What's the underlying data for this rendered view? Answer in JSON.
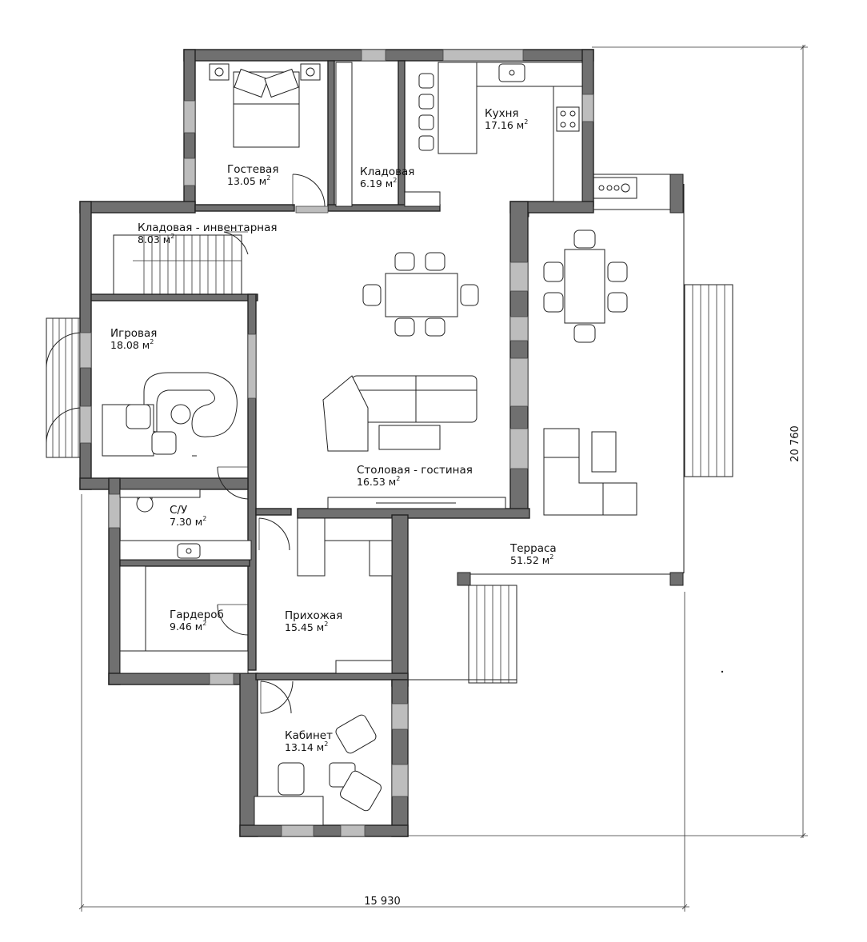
{
  "rooms": [
    {
      "id": "guest",
      "name": "Гостевая",
      "area": "13.05 м",
      "sup": "2"
    },
    {
      "id": "pantry",
      "name": "Кладовая",
      "area": "6.19 м",
      "sup": "2"
    },
    {
      "id": "kitchen",
      "name": "Кухня",
      "area": "17.16 м",
      "sup": "2"
    },
    {
      "id": "storage",
      "name": "Кладовая - инвентарная",
      "area": "8.03 м",
      "sup": "2"
    },
    {
      "id": "playroom",
      "name": "Игровая",
      "area": "18.08 м",
      "sup": "2"
    },
    {
      "id": "dining",
      "name": "Столовая - гостиная",
      "area": "16.53 м",
      "sup": "2"
    },
    {
      "id": "wc",
      "name": "С/У",
      "area": "7.30 м",
      "sup": "2"
    },
    {
      "id": "wardrobe",
      "name": "Гардероб",
      "area": "9.46 м",
      "sup": "2"
    },
    {
      "id": "hall",
      "name": "Прихожая",
      "area": "15.45 м",
      "sup": "2"
    },
    {
      "id": "terrace",
      "name": "Терраса",
      "area": "51.52 м",
      "sup": "2"
    },
    {
      "id": "office",
      "name": "Кабинет",
      "area": "13.14 м",
      "sup": "2"
    }
  ],
  "dimensions": {
    "width": "15 930",
    "height": "20 760"
  }
}
